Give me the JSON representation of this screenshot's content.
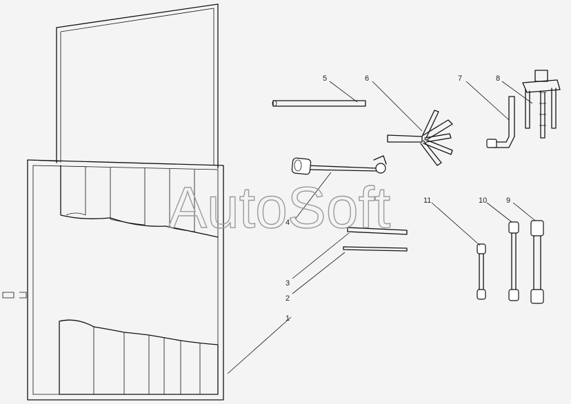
{
  "watermark": "AutoSoft",
  "callouts": [
    {
      "id": "callout-1",
      "label": "1"
    },
    {
      "id": "callout-2",
      "label": "2"
    },
    {
      "id": "callout-3",
      "label": "3"
    },
    {
      "id": "callout-4",
      "label": "4"
    },
    {
      "id": "callout-5",
      "label": "5"
    },
    {
      "id": "callout-6",
      "label": "6"
    },
    {
      "id": "callout-7",
      "label": "7"
    },
    {
      "id": "callout-8",
      "label": "8"
    },
    {
      "id": "callout-9",
      "label": "9"
    },
    {
      "id": "callout-10",
      "label": "10"
    },
    {
      "id": "callout-11",
      "label": "11"
    }
  ],
  "colors": {
    "background": "#f4f4f4",
    "line": "#111111",
    "watermark": "#9a9a9a"
  }
}
